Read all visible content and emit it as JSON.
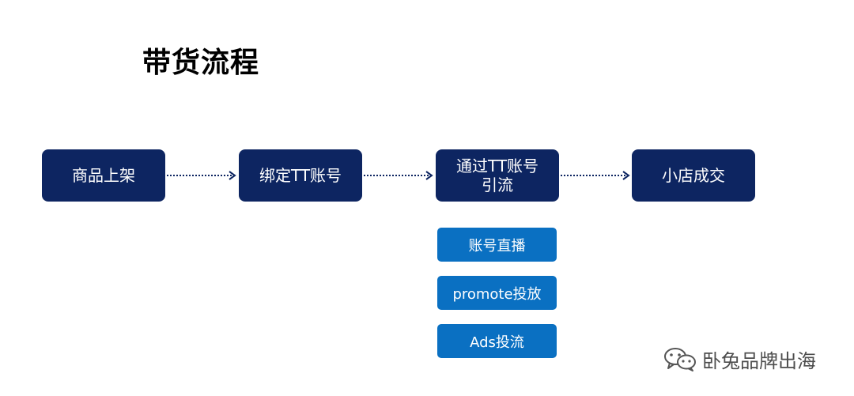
{
  "title": "带货流程",
  "steps": [
    {
      "label": "商品上架"
    },
    {
      "label": "绑定TT账号"
    },
    {
      "line1": "通过TT账号",
      "line2": "引流"
    },
    {
      "label": "小店成交"
    }
  ],
  "traffic_methods": [
    {
      "label": "账号直播"
    },
    {
      "label": "promote投放"
    },
    {
      "label": "Ads投流"
    }
  ],
  "watermark": {
    "icon": "wechat-icon",
    "text": "卧兔品牌出海"
  },
  "colors": {
    "step_fill": "#0d2561",
    "method_fill": "#0a70c2",
    "arrow": "#0d2561",
    "text_light": "#ffffff"
  }
}
